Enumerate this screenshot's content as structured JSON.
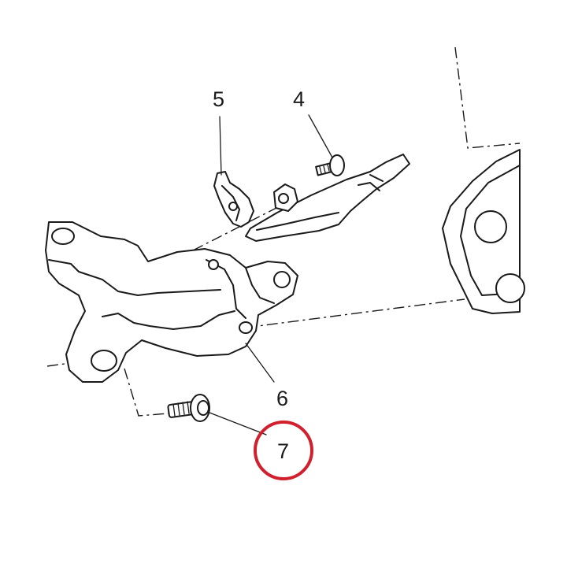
{
  "callouts": {
    "part_4": "4",
    "part_5": "5",
    "part_6": "6",
    "part_7": "7"
  },
  "highlight": {
    "target": "7",
    "color": "#d0202e"
  },
  "colors": {
    "ink": "#1a1a1a",
    "background": "#ffffff"
  }
}
